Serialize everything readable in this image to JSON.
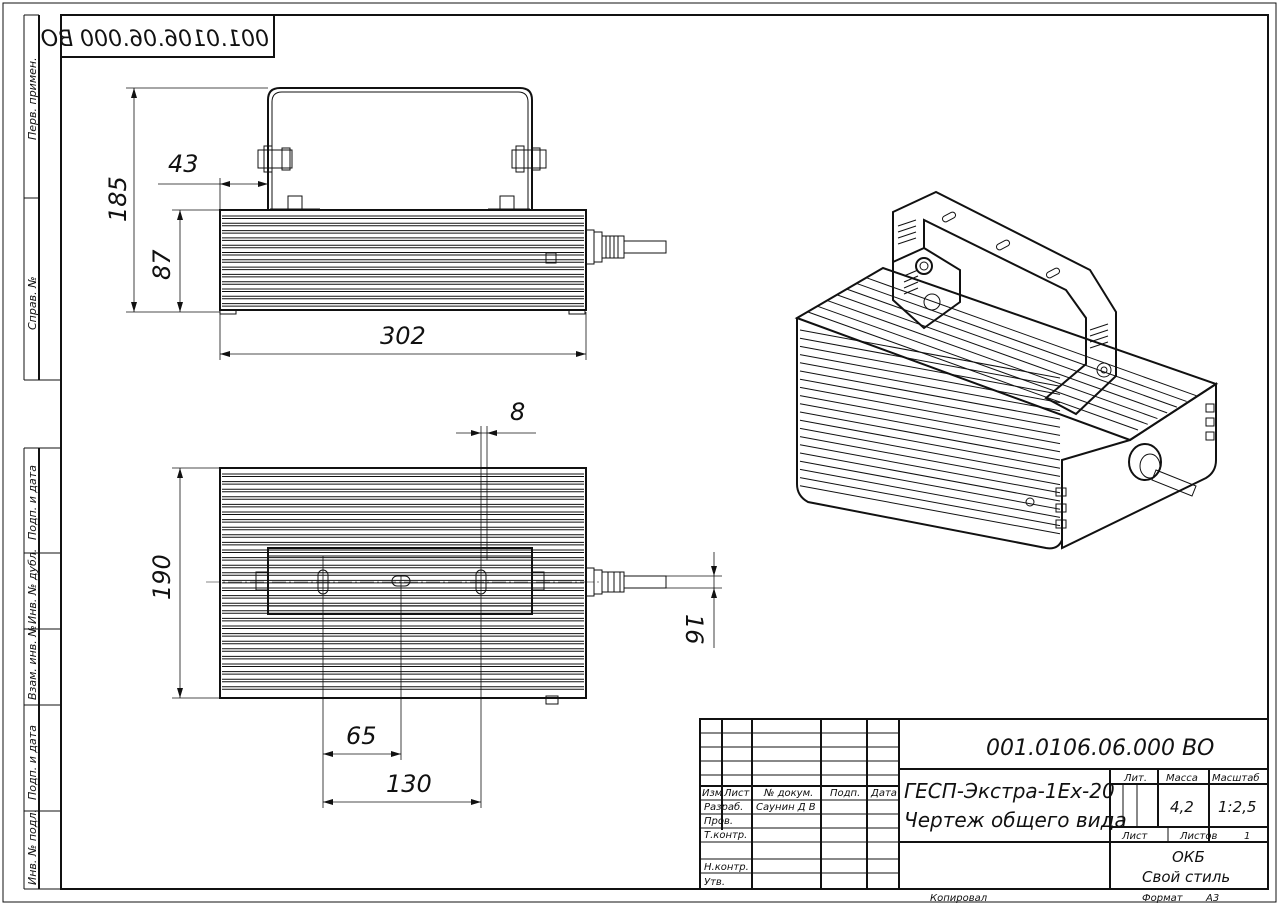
{
  "drawing": {
    "code": "001.0106.06.000 ВО",
    "code_mirrored": "001.0106.06.000 ВО",
    "product_name": "ГЕСП-Экстра-1Ех-20",
    "document_name": "Чертеж общего вида",
    "mass": "4,2",
    "scale": "1:2,5",
    "sheet_label": "Лист",
    "sheets_label": "Листов",
    "sheets_count": "1",
    "organization_line1": "ОКБ",
    "organization_line2": "Свой стиль",
    "copied_label": "Копировал",
    "format_label": "Формат",
    "format_value": "А3"
  },
  "side_stamp": [
    "Перв. примен.",
    "Справ. №",
    "Подп. и дата",
    "Инв. № дубл.",
    "Взам. инв. №",
    "Подп. и дата",
    "Инв. № подл."
  ],
  "title_block": {
    "column_headers": {
      "izm": "Изм",
      "list": "Лист",
      "doc_no": "№ докум.",
      "sign": "Подп.",
      "date": "Дата",
      "lit": "Лит.",
      "mass": "Масса",
      "scale": "Масштаб"
    },
    "roles": [
      {
        "role": "Разраб.",
        "name": "Саунин Д В"
      },
      {
        "role": "Пров.",
        "name": ""
      },
      {
        "role": "Т.контр.",
        "name": ""
      },
      {
        "role": "",
        "name": ""
      },
      {
        "role": "Н.контр.",
        "name": ""
      },
      {
        "role": "Утв.",
        "name": ""
      }
    ]
  },
  "dimensions": {
    "front_height_total": "185",
    "front_height_body": "87",
    "bracket_offset": "43",
    "front_length": "302",
    "top_width": "190",
    "top_slot_width": "8",
    "top_hole_step": "65",
    "top_hole_span": "130",
    "gland_offset": "16"
  }
}
